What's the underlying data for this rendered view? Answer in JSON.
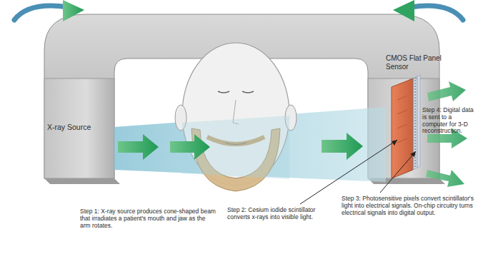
{
  "diagram": {
    "labels": [
      "X-ray Source",
      "CMOS Flat Panel Sensor",
      "Step 4: Digital data is sent to a computer for 3-D reconstruction.",
      "Step 1: X-ray source produces cone-shaped beam that irradiates a patient's mouth and jaw as the arm rotates.",
      "Step 2: Cesium iodide scintillator converts x-rays into visible light.",
      "Step 3: Photosensitive pixels convert scintillator's light into electrical signals. On-chip circuitry turns electrical signals into digital output."
    ]
  }
}
